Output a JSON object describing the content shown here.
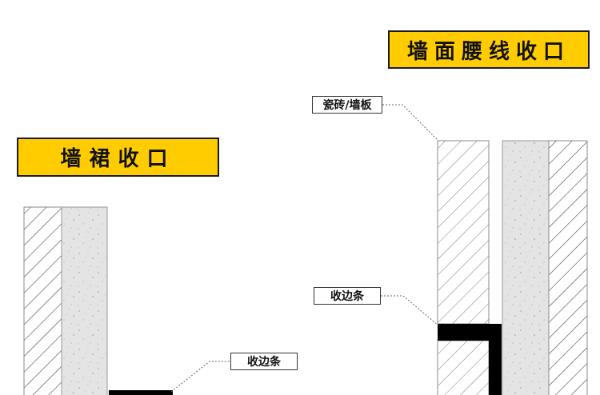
{
  "titles": {
    "wall_waistline": "墙面腰线收口",
    "skirting": "墙裙收口"
  },
  "labels": {
    "tile_panel": "瓷砖/墙板",
    "trim_strip_right": "收边条",
    "trim_strip_left": "收边条"
  },
  "colors": {
    "title_fill": "#FFCC00",
    "concrete": "#e4e4e4",
    "trim": "#000000"
  }
}
